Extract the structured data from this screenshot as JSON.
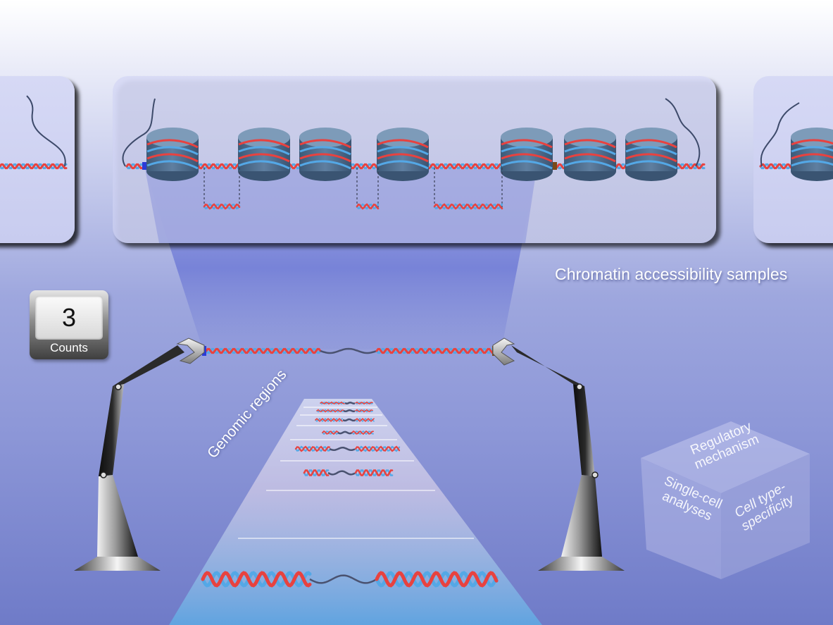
{
  "labels": {
    "samples": "Chromatin accessibility samples",
    "regions": "Genomic regions"
  },
  "counter": {
    "value": "3",
    "label": "Counts"
  },
  "cube": {
    "top": "Regulatory mechanism",
    "left": "Single-cell analyses",
    "right": "Cell type-specificity"
  },
  "colors": {
    "dna_red": "#e8423f",
    "dna_blue": "#54a8e6",
    "nucleosome": "#4e6e8f",
    "panel": "#d3d6f3",
    "marker_blue": "#2b3bd8",
    "marker_brown": "#7a4a1a"
  }
}
